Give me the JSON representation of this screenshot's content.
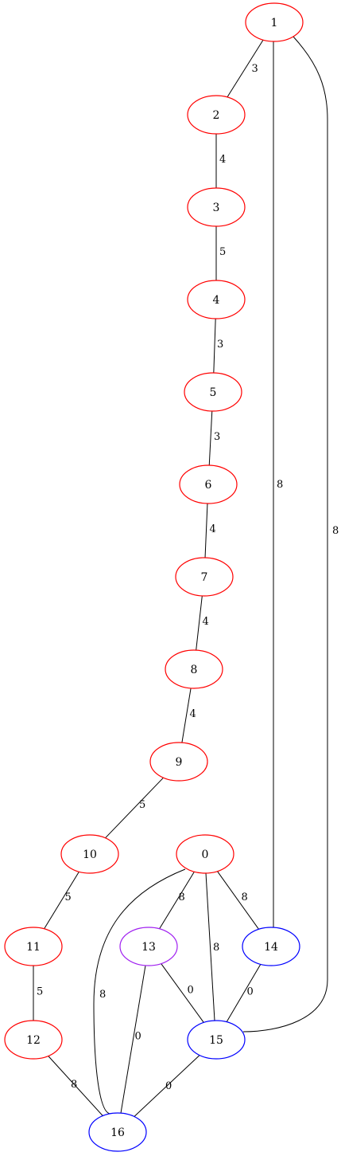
{
  "colors": {
    "red": "#ff0000",
    "blue": "#0000ff",
    "purple": "#a020f0",
    "edge": "#000000"
  },
  "nodes": [
    {
      "id": "1",
      "label": "1",
      "color": "red"
    },
    {
      "id": "2",
      "label": "2",
      "color": "red"
    },
    {
      "id": "3",
      "label": "3",
      "color": "red"
    },
    {
      "id": "4",
      "label": "4",
      "color": "red"
    },
    {
      "id": "5",
      "label": "5",
      "color": "red"
    },
    {
      "id": "6",
      "label": "6",
      "color": "red"
    },
    {
      "id": "7",
      "label": "7",
      "color": "red"
    },
    {
      "id": "8",
      "label": "8",
      "color": "red"
    },
    {
      "id": "9",
      "label": "9",
      "color": "red"
    },
    {
      "id": "10",
      "label": "10",
      "color": "red"
    },
    {
      "id": "11",
      "label": "11",
      "color": "red"
    },
    {
      "id": "12",
      "label": "12",
      "color": "red"
    },
    {
      "id": "0",
      "label": "0",
      "color": "red"
    },
    {
      "id": "13",
      "label": "13",
      "color": "purple"
    },
    {
      "id": "14",
      "label": "14",
      "color": "blue"
    },
    {
      "id": "15",
      "label": "15",
      "color": "blue"
    },
    {
      "id": "16",
      "label": "16",
      "color": "blue"
    }
  ],
  "edges": [
    {
      "from": "1",
      "to": "2",
      "label": "3"
    },
    {
      "from": "2",
      "to": "3",
      "label": "4"
    },
    {
      "from": "3",
      "to": "4",
      "label": "5"
    },
    {
      "from": "4",
      "to": "5",
      "label": "3"
    },
    {
      "from": "5",
      "to": "6",
      "label": "3"
    },
    {
      "from": "6",
      "to": "7",
      "label": "4"
    },
    {
      "from": "7",
      "to": "8",
      "label": "4"
    },
    {
      "from": "8",
      "to": "9",
      "label": "4"
    },
    {
      "from": "9",
      "to": "10",
      "label": "5"
    },
    {
      "from": "10",
      "to": "11",
      "label": "5"
    },
    {
      "from": "11",
      "to": "12",
      "label": "5"
    },
    {
      "from": "12",
      "to": "16",
      "label": "8"
    },
    {
      "from": "1",
      "to": "14",
      "label": "8"
    },
    {
      "from": "1",
      "to": "15",
      "label": "8"
    },
    {
      "from": "0",
      "to": "13",
      "label": "8"
    },
    {
      "from": "0",
      "to": "14",
      "label": "8"
    },
    {
      "from": "0",
      "to": "15",
      "label": "8"
    },
    {
      "from": "0",
      "to": "16",
      "label": "8"
    },
    {
      "from": "13",
      "to": "15",
      "label": "0"
    },
    {
      "from": "13",
      "to": "16",
      "label": "0"
    },
    {
      "from": "14",
      "to": "15",
      "label": "0"
    },
    {
      "from": "15",
      "to": "16",
      "label": "0"
    }
  ]
}
